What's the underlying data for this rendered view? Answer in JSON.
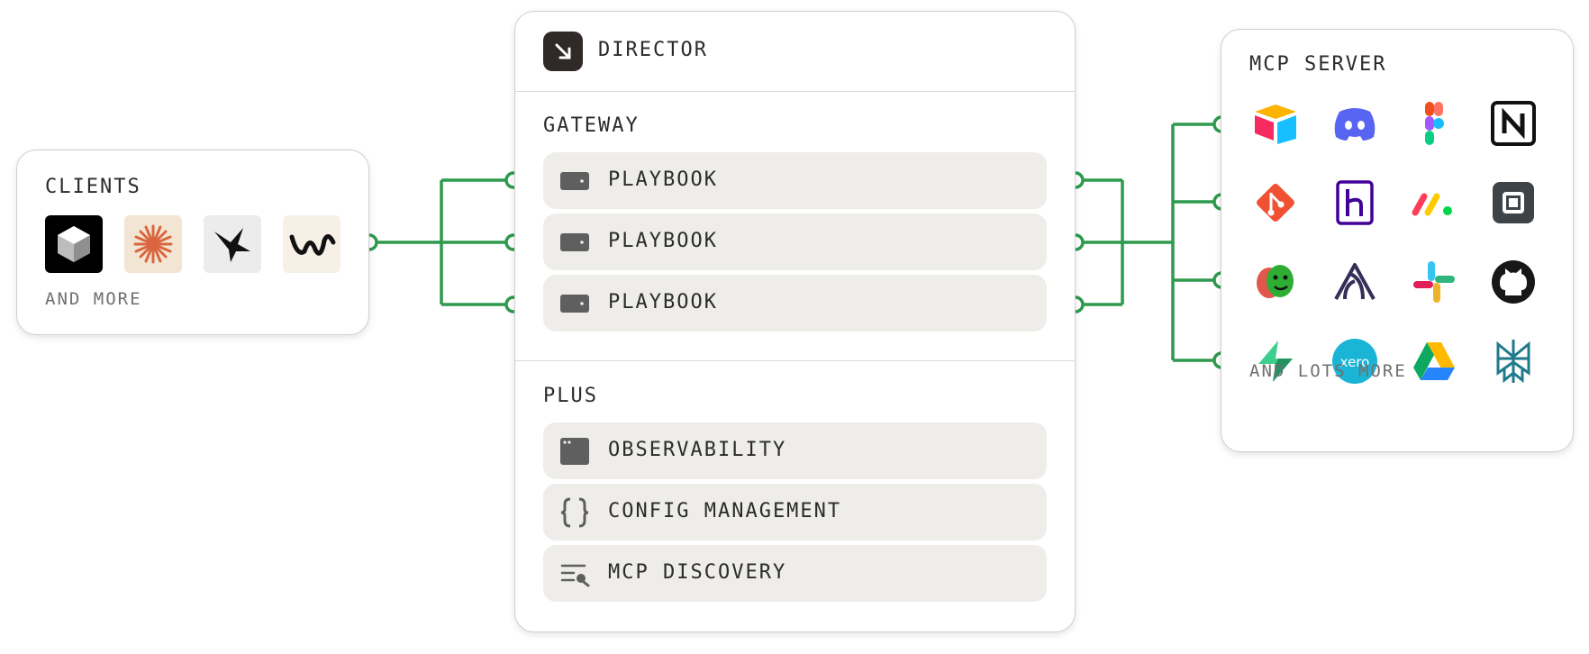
{
  "clients": {
    "title": "CLIENTS",
    "footer": "AND MORE",
    "icons": [
      "cube-logo-icon",
      "starburst-logo-icon",
      "bird-logo-icon",
      "wave-logo-icon"
    ]
  },
  "director": {
    "title": "DIRECTOR",
    "gateway": {
      "title": "GATEWAY",
      "items": [
        "PLAYBOOK",
        "PLAYBOOK",
        "PLAYBOOK"
      ]
    },
    "plus": {
      "title": "PLUS",
      "items": [
        "OBSERVABILITY",
        "CONFIG MANAGEMENT",
        "MCP DISCOVERY"
      ]
    }
  },
  "mcp": {
    "title": "MCP SERVER",
    "footer": "AND LOTS MORE",
    "icons": [
      "airtable-icon",
      "discord-icon",
      "figma-icon",
      "notion-icon",
      "git-icon",
      "heroku-icon",
      "monday-icon",
      "square-icon",
      "playwright-icon",
      "sentry-icon",
      "slack-icon",
      "github-icon",
      "supabase-icon",
      "xero-icon",
      "google-drive-icon",
      "perplexity-icon"
    ],
    "xero_text": "xero"
  },
  "colors": {
    "wire": "#2e9a4e",
    "row_bg": "#eeedea",
    "icon_dark": "#5f5f5f"
  }
}
